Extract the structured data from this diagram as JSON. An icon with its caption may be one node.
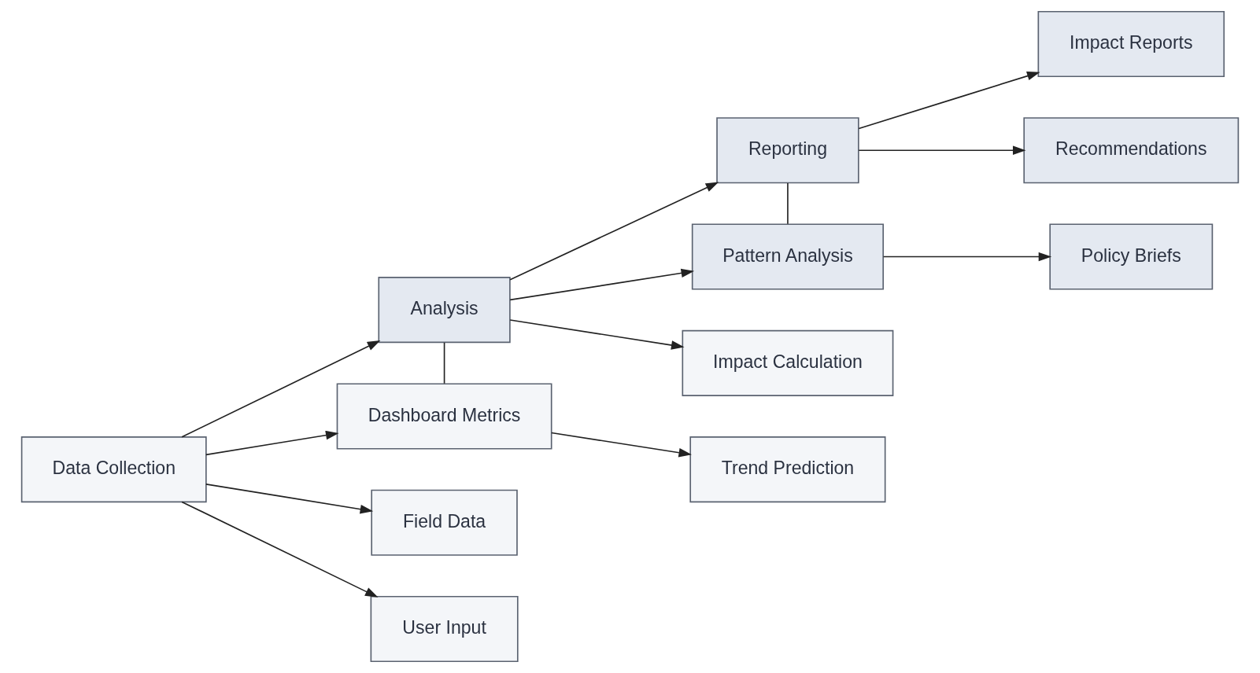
{
  "diagram": {
    "nodes": [
      {
        "text": [
          "Data Collection"
        ]
      },
      {
        "text": [
          "Analysis"
        ]
      },
      {
        "text": [
          "Dashboard Metrics"
        ]
      },
      {
        "text": [
          "Field Data"
        ]
      },
      {
        "text": [
          "User Input"
        ]
      },
      {
        "text": [
          "Reporting"
        ]
      },
      {
        "text": [
          "Pattern Analysis"
        ]
      },
      {
        "text": [
          "Impact Calculation"
        ]
      },
      {
        "text": [
          "Trend Prediction"
        ]
      },
      {
        "text": [
          "Impact Reports"
        ]
      },
      {
        "text": [
          "Recommendations"
        ]
      },
      {
        "text": [
          "Policy Briefs"
        ]
      }
    ],
    "edges": [
      {
        "from": 0,
        "to": 1,
        "arrow": "to"
      },
      {
        "from": 0,
        "to": 2,
        "arrow": "to"
      },
      {
        "from": 0,
        "to": 3,
        "arrow": "to"
      },
      {
        "from": 0,
        "to": 4,
        "arrow": "to"
      },
      {
        "from": 1,
        "to": 5,
        "arrow": "to"
      },
      {
        "from": 1,
        "to": 6,
        "arrow": "to"
      },
      {
        "from": 1,
        "to": 7,
        "arrow": "to"
      },
      {
        "from": 1,
        "to": 2,
        "arrow": "none"
      },
      {
        "from": 2,
        "to": 8,
        "arrow": "to"
      },
      {
        "from": 5,
        "to": 9,
        "arrow": "to"
      },
      {
        "from": 5,
        "to": 10,
        "arrow": "to"
      },
      {
        "from": 5,
        "to": 6,
        "arrow": "none"
      },
      {
        "from": 6,
        "to": 11,
        "arrow": "to"
      }
    ]
  }
}
